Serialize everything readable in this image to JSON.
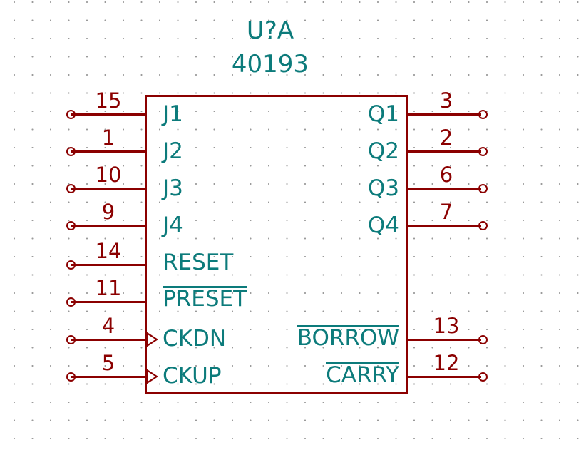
{
  "symbol": {
    "reference": "U?A",
    "value": "40193",
    "colors": {
      "outline": "#8b0000",
      "pin_number": "#8b0000",
      "pin_name": "#0c7b7b",
      "text": "#0c7b7b",
      "background": "#ffffff",
      "grid_dot": "#9a9a9a"
    }
  },
  "pins": {
    "left": [
      {
        "number": "15",
        "name": "J1",
        "overbar": false,
        "clock": false
      },
      {
        "number": "1",
        "name": "J2",
        "overbar": false,
        "clock": false
      },
      {
        "number": "10",
        "name": "J3",
        "overbar": false,
        "clock": false
      },
      {
        "number": "9",
        "name": "J4",
        "overbar": false,
        "clock": false
      },
      {
        "number": "14",
        "name": "RESET",
        "overbar": false,
        "clock": false
      },
      {
        "number": "11",
        "name": "PRESET",
        "overbar": true,
        "clock": false
      },
      {
        "number": "4",
        "name": "CKDN",
        "overbar": false,
        "clock": true
      },
      {
        "number": "5",
        "name": "CKUP",
        "overbar": false,
        "clock": true
      }
    ],
    "right": [
      {
        "number": "3",
        "name": "Q1",
        "overbar": false
      },
      {
        "number": "2",
        "name": "Q2",
        "overbar": false
      },
      {
        "number": "6",
        "name": "Q3",
        "overbar": false
      },
      {
        "number": "7",
        "name": "Q4",
        "overbar": false
      },
      {
        "number": "13",
        "name": "BORROW",
        "overbar": true
      },
      {
        "number": "12",
        "name": "CARRY",
        "overbar": true
      }
    ]
  }
}
